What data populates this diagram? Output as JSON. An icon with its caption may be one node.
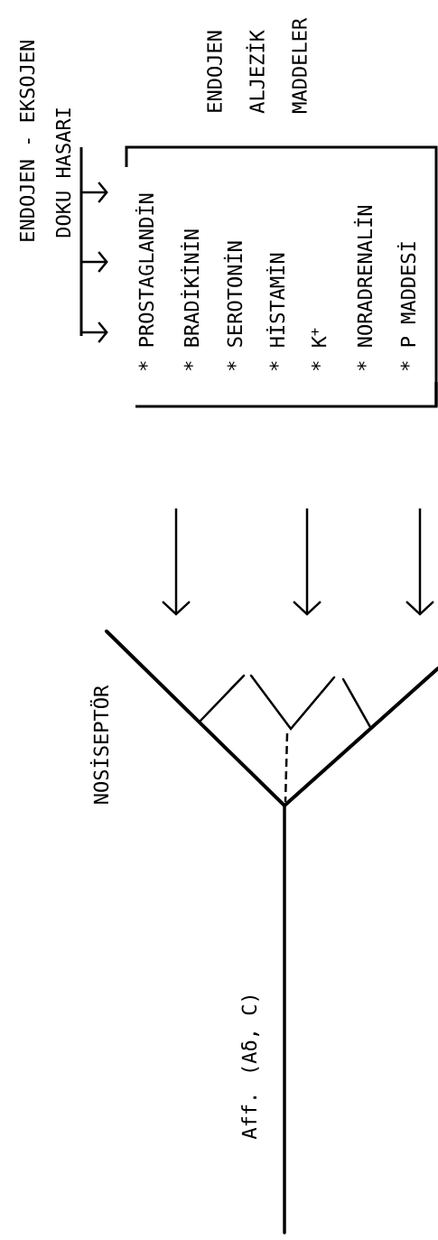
{
  "diagram": {
    "nodes": [
      {
        "text": [
          "ENDOJEN - EKSOJEN",
          "DOKU HASARI"
        ]
      },
      {
        "text": [
          "ENDOJEN ALJEZİK MADDELER",
          "* PROSTAGLANDİN",
          "* BRADİKİNİN",
          "* SEROTONİN",
          "* HİSTAMİN",
          "* K$^{+}$",
          "* NORADRENALİN",
          "* P MADDESİ"
        ]
      },
      {
        "text": [
          "NOSİSEPTÖR",
          "Aff. (Aδ, C)"
        ]
      }
    ],
    "edges": [
      {
        "from": 0,
        "to": 1,
        "arrow": "to"
      },
      {
        "from": 0,
        "to": 1,
        "arrow": "to"
      },
      {
        "from": 0,
        "to": 1,
        "arrow": "to"
      },
      {
        "from": null,
        "to": 2,
        "arrow": "to"
      },
      {
        "from": null,
        "to": 2,
        "arrow": "to"
      },
      {
        "from": null,
        "to": 2,
        "arrow": "to"
      }
    ]
  }
}
